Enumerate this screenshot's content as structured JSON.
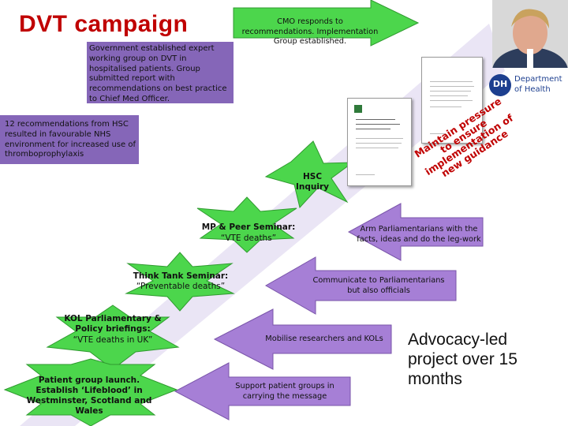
{
  "title": "DVT campaign",
  "cmo_arrow": "CMO responds to recommendations. Implementation Group established.",
  "gov_box": "Government established expert working group on DVT in hospitalised patients. Group submitted report with recommendations on best practice to Chief Med Officer.",
  "recommendations_box": "12 recommendations from HSC resulted in favourable NHS environment for increased use of thromboprophylaxis",
  "hsc_inquiry": "HSC Inquiry",
  "mp_seminar_title": "MP & Peer Seminar:",
  "mp_seminar_sub": "“VTE deaths”",
  "think_tank_title": "Think Tank Seminar:",
  "think_tank_sub": "“Preventable deaths”",
  "kol_title": "KOL Parliamentary & Policy briefings:",
  "kol_sub": "“VTE deaths in UK”",
  "patient_launch": "Patient group launch. Establish ‘Lifeblood’ in Westminster, Scotland and Wales",
  "arrow_arm": "Arm Parliamentarians with the facts, ideas and do the leg-work",
  "arrow_communicate": "Communicate to Parliamentarians but also officials",
  "arrow_mobilise": "Mobilise researchers and KOLs",
  "arrow_support": "Support patient groups in carrying the message",
  "advocacy": "Advocacy-led project over 15 months",
  "maintain": "Maintain pressure to ensure implementation of new guidance",
  "dh_logo_mark": "DH",
  "dh_logo_text": "Department of Health",
  "colors": {
    "title_red": "#c00000",
    "green": "#4cd64c",
    "purple": "#a67fd6",
    "box_purple": "#8566b8",
    "dh_blue": "#1d3f8f"
  },
  "icons": [
    "report-document-icon",
    "dh-logo",
    "portrait-photo"
  ]
}
